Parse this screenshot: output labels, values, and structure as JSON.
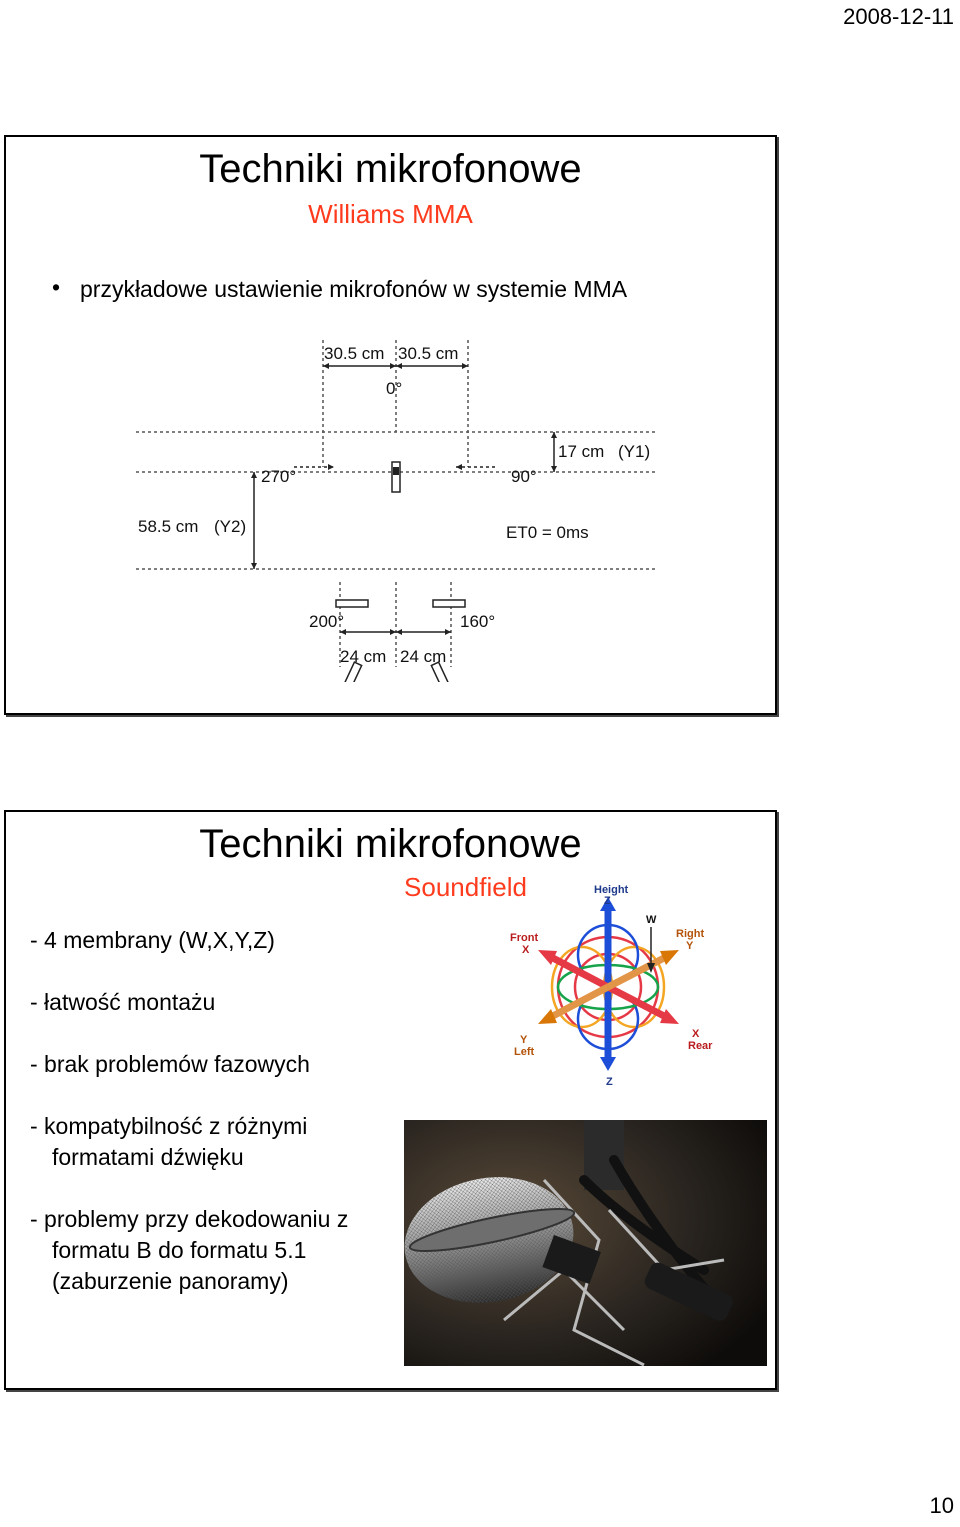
{
  "header": {
    "date": "2008-12-11"
  },
  "footer": {
    "page_number": "10"
  },
  "slide1": {
    "title": "Techniki mikrofonowe",
    "subtitle": "Williams MMA",
    "bullet": "przykładowe ustawienie mikrofonów w systemie MMA",
    "diagram": {
      "top_left_dist": "30.5 cm",
      "top_right_dist": "30.5 cm",
      "angle_front": "0°",
      "angle_left": "270°",
      "angle_right": "90°",
      "y1_label": "17 cm",
      "y1_name": "(Y1)",
      "y2_label": "58.5 cm",
      "y2_name": "(Y2)",
      "eto": "ET0 = 0ms",
      "angle_rear_left": "200°",
      "angle_rear_right": "160°",
      "bottom_left_dist": "24 cm",
      "bottom_right_dist": "24 cm"
    }
  },
  "slide2": {
    "title": "Techniki mikrofonowe",
    "subtitle": "Soundfield",
    "items": [
      "-  4 membrany (W,X,Y,Z)",
      "-  łatwość montażu",
      "-  brak problemów fazowych",
      "-  kompatybilność z różnymi",
      "formatami dźwięku",
      "-  problemy przy dekodowaniu z",
      "formatu B do formatu 5.1",
      "(zaburzenie panoramy)"
    ],
    "polar": {
      "height": "Height",
      "z_top": "Z",
      "w": "W",
      "front": "Front",
      "x_front": "X",
      "right": "Right",
      "y_right": "Y",
      "y_left": "Y",
      "left": "Left",
      "x_rear": "X",
      "rear": "Rear",
      "z_bottom": "Z"
    }
  }
}
